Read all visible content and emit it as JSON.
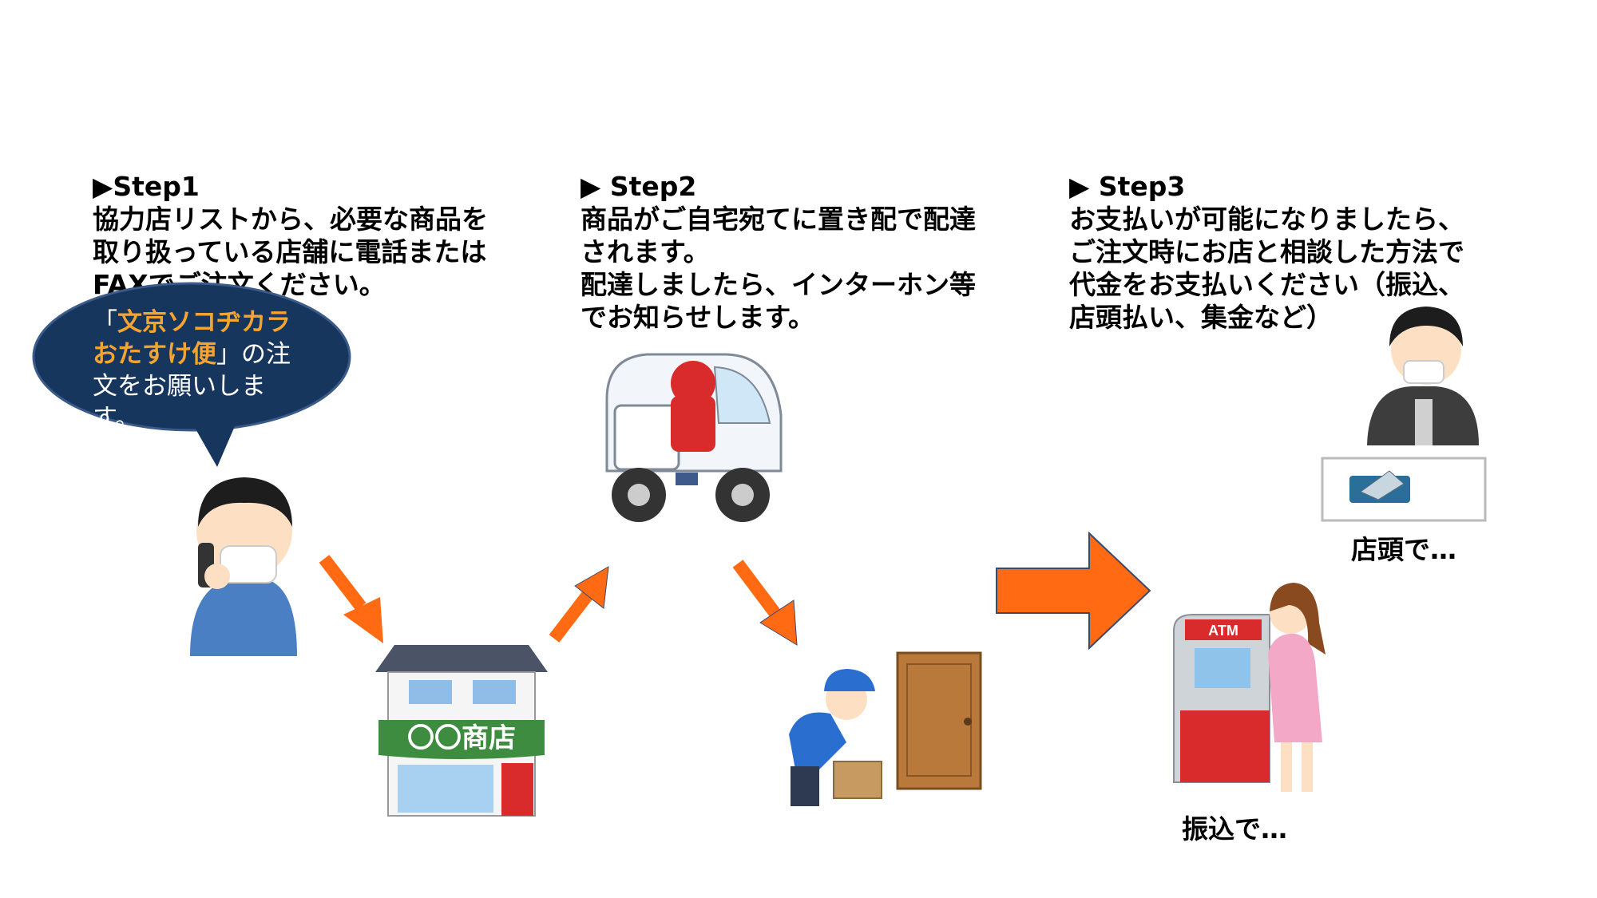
{
  "steps": [
    {
      "heading": "▶Step1",
      "body": "協力店リストから、必要な商品を\n取り扱っている店舗に電話または\nFAXでご注文ください。"
    },
    {
      "heading": "▶ Step2",
      "body": "商品がご自宅宛てに置き配で配達\nされます。\n配達しましたら、インターホン等\nでお知らせします。"
    },
    {
      "heading": "▶ Step3",
      "body": "お支払いが可能になりましたら、\nご注文時にお店と相談した方法で\n代金をお支払いください（振込、\n店頭払い、集金など）"
    }
  ],
  "bubble": {
    "open_bracket": "「",
    "highlight_line1": "文京ソコヂカラ",
    "highlight_line2": "おたすけ便",
    "rest_line2": "」の注",
    "line3": "文をお願いします。"
  },
  "shop_sign": "〇〇商店",
  "atm_label": "ATM",
  "captions": {
    "store": "店頭で…",
    "atm": "振込で…"
  },
  "colors": {
    "arrow": "#ff6a13",
    "arrow_outline": "#3a4a6b",
    "bubble": "#17365d",
    "bubble_highlight": "#f6a431",
    "shop_awning": "#3d8c3f"
  }
}
